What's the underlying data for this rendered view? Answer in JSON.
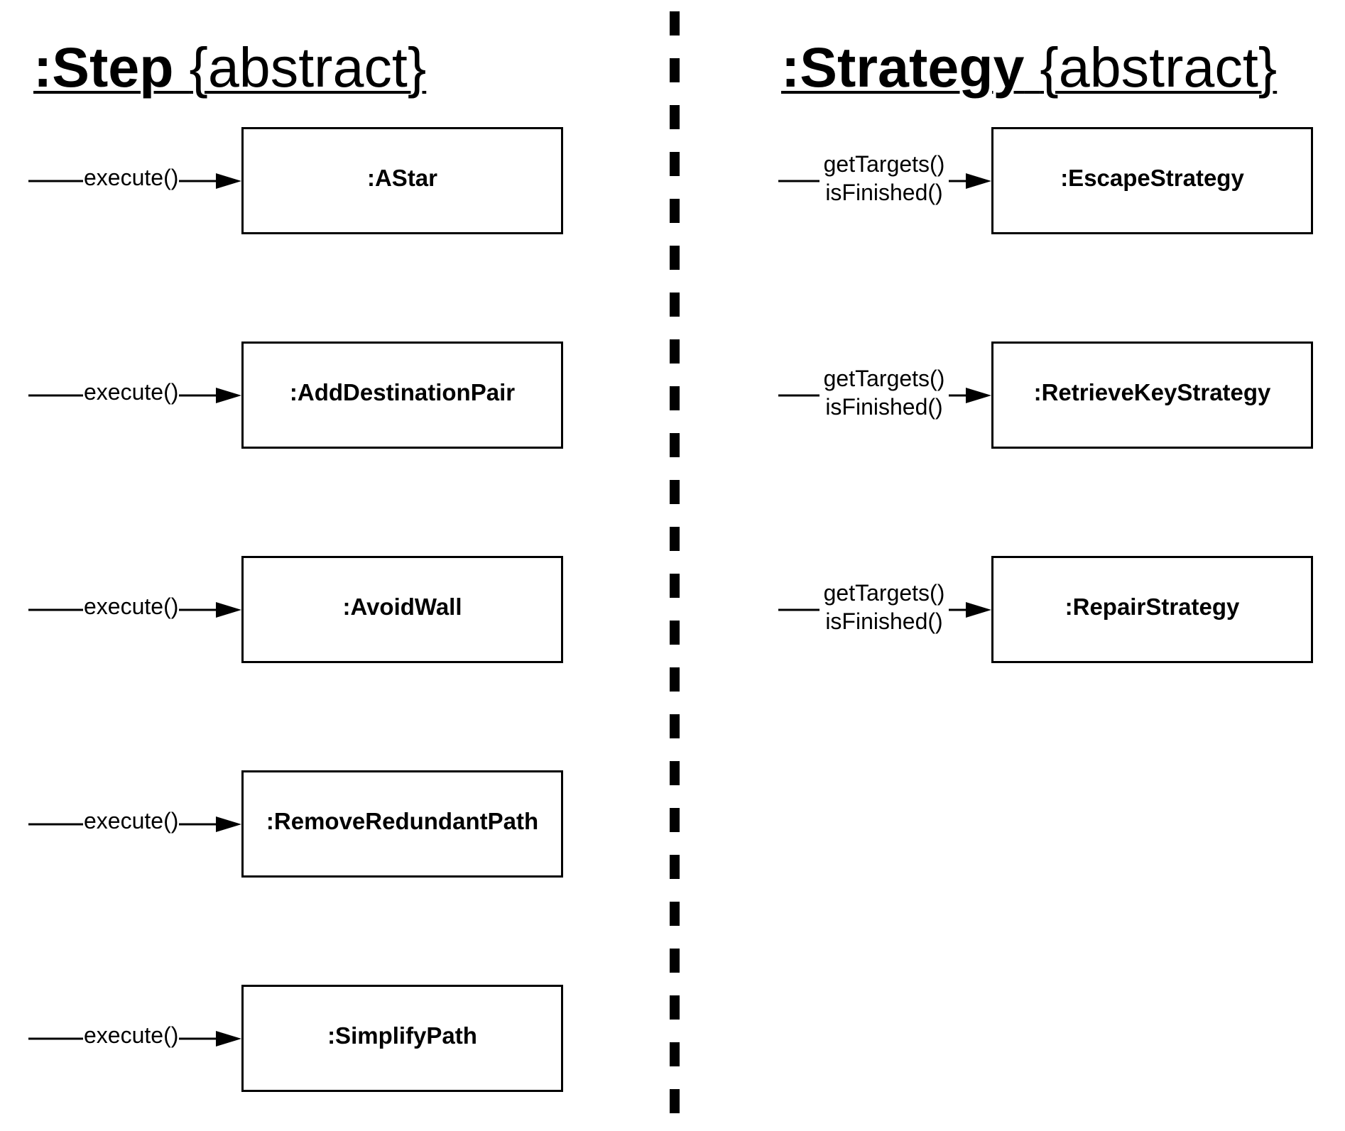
{
  "left_panel": {
    "title_name": ":Step",
    "title_stereotype": "{abstract}",
    "objects": [
      {
        "name": ":AStar",
        "message": "execute()"
      },
      {
        "name": ":AddDestinationPair",
        "message": "execute()"
      },
      {
        "name": ":AvoidWall",
        "message": "execute()"
      },
      {
        "name": ":RemoveRedundantPath",
        "message": "execute()"
      },
      {
        "name": ":SimplifyPath",
        "message": "execute()"
      }
    ]
  },
  "right_panel": {
    "title_name": ":Strategy",
    "title_stereotype": "{abstract}",
    "objects": [
      {
        "name": ":EscapeStrategy",
        "messages": [
          "getTargets()",
          "isFinished()"
        ]
      },
      {
        "name": ":RetrieveKeyStrategy",
        "messages": [
          "getTargets()",
          "isFinished()"
        ]
      },
      {
        "name": ":RepairStrategy",
        "messages": [
          "getTargets()",
          "isFinished()"
        ]
      }
    ]
  }
}
